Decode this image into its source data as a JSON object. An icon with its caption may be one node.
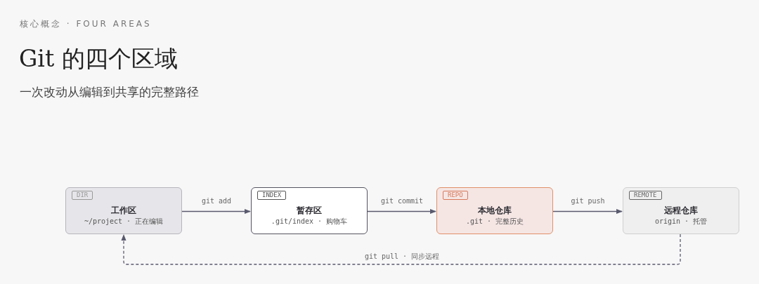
{
  "diagram": {
    "title": "Git 的四个区域",
    "nodes": [
      {
        "text": [
          "DIR",
          "工作区",
          "~/project · 正在编辑"
        ]
      },
      {
        "text": [
          "INDEX",
          "暂存区",
          ".git/index · 购物车"
        ]
      },
      {
        "text": [
          "REPO",
          "本地仓库",
          ".git · 完整历史"
        ]
      },
      {
        "text": [
          "REMOTE",
          "远程仓库",
          "origin · 托管"
        ]
      }
    ],
    "edges": [
      {
        "from": 0,
        "to": 1,
        "arrow": "to",
        "label": "git add"
      },
      {
        "from": 1,
        "to": 2,
        "arrow": "to",
        "label": "git commit"
      },
      {
        "from": 2,
        "to": 3,
        "arrow": "to",
        "label": "git push"
      },
      {
        "from": 3,
        "to": 0,
        "arrow": "to",
        "label": "git pull · 同步远程",
        "style": "dashed"
      }
    ],
    "labels": [
      "核心概念 · FOUR AREAS",
      "一次改动从编辑到共享的完整路径"
    ]
  }
}
